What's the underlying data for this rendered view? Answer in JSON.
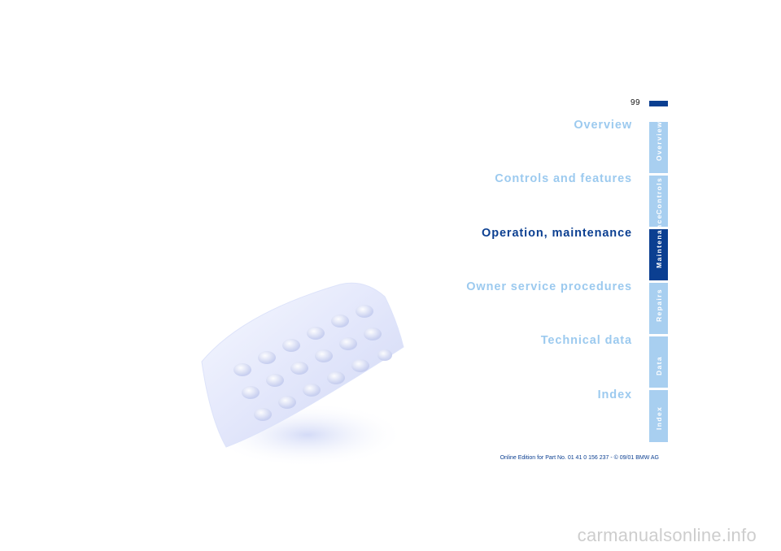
{
  "page": {
    "number": "99"
  },
  "chapters": [
    {
      "label": "Overview",
      "active": false
    },
    {
      "label": "Controls and features",
      "active": false
    },
    {
      "label": "Operation, maintenance",
      "active": true
    },
    {
      "label": "Owner service procedures",
      "active": false
    },
    {
      "label": "Technical data",
      "active": false
    },
    {
      "label": "Index",
      "active": false
    }
  ],
  "tabs": [
    {
      "label": "Overview",
      "active": false
    },
    {
      "label": "Controls",
      "active": false
    },
    {
      "label": "Maintenance",
      "active": true
    },
    {
      "label": "Repairs",
      "active": false
    },
    {
      "label": "Data",
      "active": false
    },
    {
      "label": "Index",
      "active": false
    }
  ],
  "footer": {
    "text": "Online Edition for Part No. 01 41 0 156 237 - © 09/01 BMW AG"
  },
  "watermark": {
    "text": "carmanualsonline.info"
  },
  "colors": {
    "accent": "#0b3f91",
    "inactive_text": "#9ccaef",
    "inactive_tab": "#a8cff0"
  },
  "image": {
    "subject": "sponge"
  }
}
